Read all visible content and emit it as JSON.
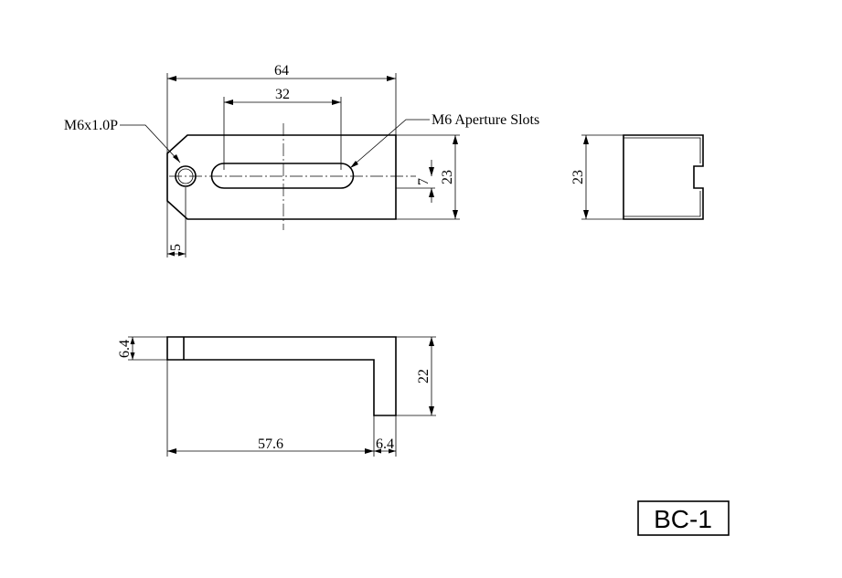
{
  "top_view": {
    "dim_overall_length": "64",
    "dim_slot_span": "32",
    "dim_slot_offset": "7",
    "dim_height": "23",
    "dim_hole_offset": "5",
    "callout_thread": "M6x1.0P",
    "callout_slot": "M6 Aperture Slots"
  },
  "end_view": {
    "dim_height": "23"
  },
  "side_view": {
    "dim_thickness": "6.4",
    "dim_leg_height": "22",
    "dim_base_length": "57.6",
    "dim_leg_thickness": "6.4"
  },
  "model_label": "BC-1"
}
